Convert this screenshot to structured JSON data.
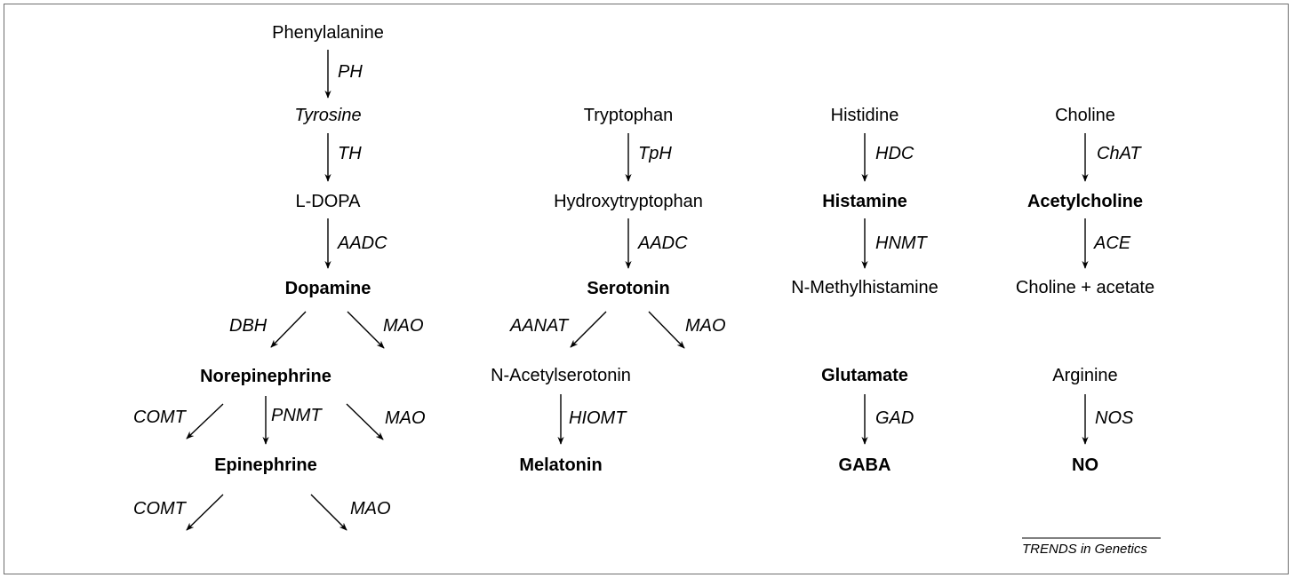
{
  "credit": "TRENDS in Genetics",
  "pathways": {
    "catecholamine": {
      "phenylalanine": "Phenylalanine",
      "ph": "PH",
      "tyrosine": "Tyrosine",
      "th": "TH",
      "ldopa": "L-DOPA",
      "aadc": "AADC",
      "dopamine": "Dopamine",
      "dbh": "DBH",
      "mao_dopamine": "MAO",
      "norepinephrine": "Norepinephrine",
      "comt_ne": "COMT",
      "pnmt": "PNMT",
      "mao_ne": "MAO",
      "epinephrine": "Epinephrine",
      "comt_epi": "COMT",
      "mao_epi": "MAO"
    },
    "serotonin": {
      "tryptophan": "Tryptophan",
      "tph": "TpH",
      "hydroxytryptophan": "Hydroxytryptophan",
      "aadc": "AADC",
      "serotonin": "Serotonin",
      "aanat": "AANAT",
      "mao": "MAO",
      "n_acetylserotonin": "N-Acetylserotonin",
      "hiomt": "HIOMT",
      "melatonin": "Melatonin"
    },
    "histamine": {
      "histidine": "Histidine",
      "hdc": "HDC",
      "histamine": "Histamine",
      "hnmt": "HNMT",
      "n_methylhistamine": "N-Methylhistamine"
    },
    "gaba": {
      "glutamate": "Glutamate",
      "gad": "GAD",
      "gaba": "GABA"
    },
    "acetylcholine": {
      "choline": "Choline",
      "chat": "ChAT",
      "acetylcholine": "Acetylcholine",
      "ace": "ACE",
      "choline_acetate": "Choline + acetate"
    },
    "nitric_oxide": {
      "arginine": "Arginine",
      "nos": "NOS",
      "no": "NO"
    }
  }
}
